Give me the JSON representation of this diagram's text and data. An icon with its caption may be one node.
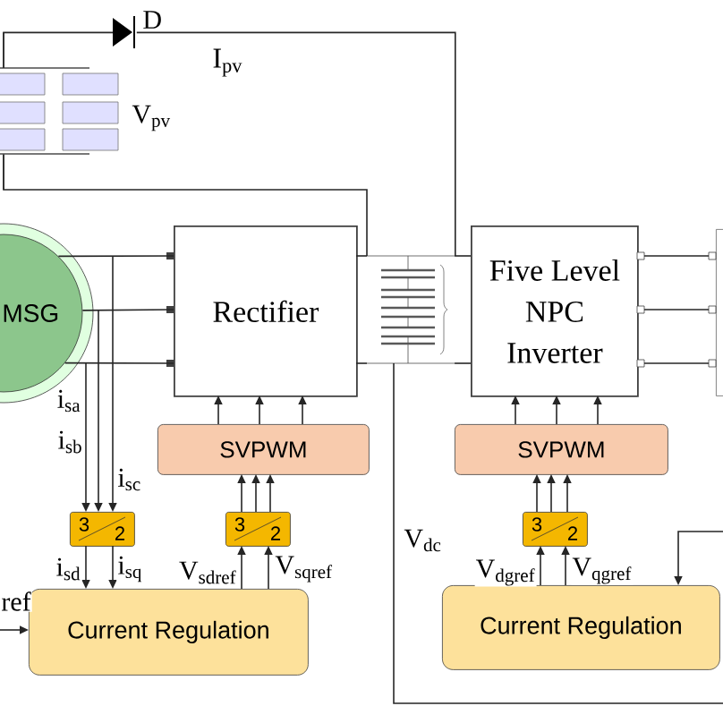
{
  "diagram": {
    "nodes": [
      {
        "text": [],
        "shape": "picture",
        "beside": [
          "V$_{pv}$"
        ]
      },
      {
        "text": [],
        "shape": "diode",
        "beside": [
          "D"
        ]
      },
      {
        "text": [
          "MSG"
        ]
      },
      {
        "text": [
          "Rectifier"
        ]
      },
      {
        "text": [],
        "shape": "capacitor"
      },
      {
        "text": [
          "Five Level NPC Inverter"
        ]
      },
      {
        "text": [],
        "shape": "box"
      },
      {
        "text": [
          "SVPWM"
        ]
      },
      {
        "text": [
          "SVPWM"
        ]
      },
      {
        "text": [
          "3",
          "2"
        ]
      },
      {
        "text": [
          "3",
          "2"
        ]
      },
      {
        "text": [
          "3",
          "2"
        ]
      },
      {
        "text": [
          "Current Regulation"
        ]
      },
      {
        "text": [
          "Current Regulation"
        ]
      }
    ],
    "edges": [
      {
        "from": 0,
        "to": 1,
        "arrow": "none"
      },
      {
        "from": 1,
        "to": 4,
        "arrow": "none"
      },
      {
        "from": 0,
        "to": 4,
        "arrow": "none"
      },
      {
        "from": 2,
        "to": 3,
        "arrow": "none"
      },
      {
        "from": 2,
        "to": 3,
        "arrow": "none"
      },
      {
        "from": 2,
        "to": 3,
        "arrow": "none"
      },
      {
        "from": 3,
        "to": 4,
        "arrow": "none"
      },
      {
        "from": 3,
        "to": 4,
        "arrow": "none"
      },
      {
        "from": 4,
        "to": 5,
        "arrow": "none"
      },
      {
        "from": 4,
        "to": 5,
        "arrow": "none"
      },
      {
        "from": 5,
        "to": 6,
        "arrow": "none"
      },
      {
        "from": 5,
        "to": 6,
        "arrow": "none"
      },
      {
        "from": 5,
        "to": 6,
        "arrow": "none"
      },
      {
        "from": 7,
        "to": 3,
        "arrow": "to"
      },
      {
        "from": 7,
        "to": 3,
        "arrow": "to"
      },
      {
        "from": 7,
        "to": 3,
        "arrow": "to"
      },
      {
        "from": 8,
        "to": 5,
        "arrow": "to"
      },
      {
        "from": 8,
        "to": 5,
        "arrow": "to"
      },
      {
        "from": 8,
        "to": 5,
        "arrow": "to"
      },
      {
        "from": 2,
        "to": 9,
        "arrow": "to",
        "label": "i$_{sa}$"
      },
      {
        "from": 2,
        "to": 9,
        "arrow": "to",
        "label": "i$_{sb}$"
      },
      {
        "from": 2,
        "to": 9,
        "arrow": "to",
        "label": "i$_{sc}$"
      },
      {
        "from": 9,
        "to": 12,
        "arrow": "to",
        "label": "i$_{sd}$"
      },
      {
        "from": 9,
        "to": 12,
        "arrow": "to",
        "label": "i$_{sq}$"
      },
      {
        "from": 10,
        "to": 7,
        "arrow": "to"
      },
      {
        "from": 10,
        "to": 7,
        "arrow": "to"
      },
      {
        "from": 10,
        "to": 7,
        "arrow": "to"
      },
      {
        "from": 11,
        "to": 8,
        "arrow": "to"
      },
      {
        "from": 11,
        "to": 8,
        "arrow": "to"
      },
      {
        "from": 11,
        "to": 8,
        "arrow": "to"
      },
      {
        "from": 12,
        "to": 10,
        "arrow": "to",
        "label": "V$_{sdref}$"
      },
      {
        "from": 12,
        "to": 10,
        "arrow": "to",
        "label": "V$_{sqref}$"
      },
      {
        "from": 13,
        "to": 11,
        "arrow": "to",
        "label": "V$_{dgref}$"
      },
      {
        "from": 13,
        "to": 11,
        "arrow": "to",
        "label": "V$_{qgref}$"
      },
      {
        "from": null,
        "to": 12,
        "arrow": "to",
        "label": "ref"
      },
      {
        "from": 4,
        "to": null,
        "arrow": "none",
        "label": "V$_{dc}$"
      },
      {
        "from": null,
        "to": 13,
        "arrow": "to"
      }
    ],
    "labels": [
      "I$_{pv}$"
    ]
  }
}
